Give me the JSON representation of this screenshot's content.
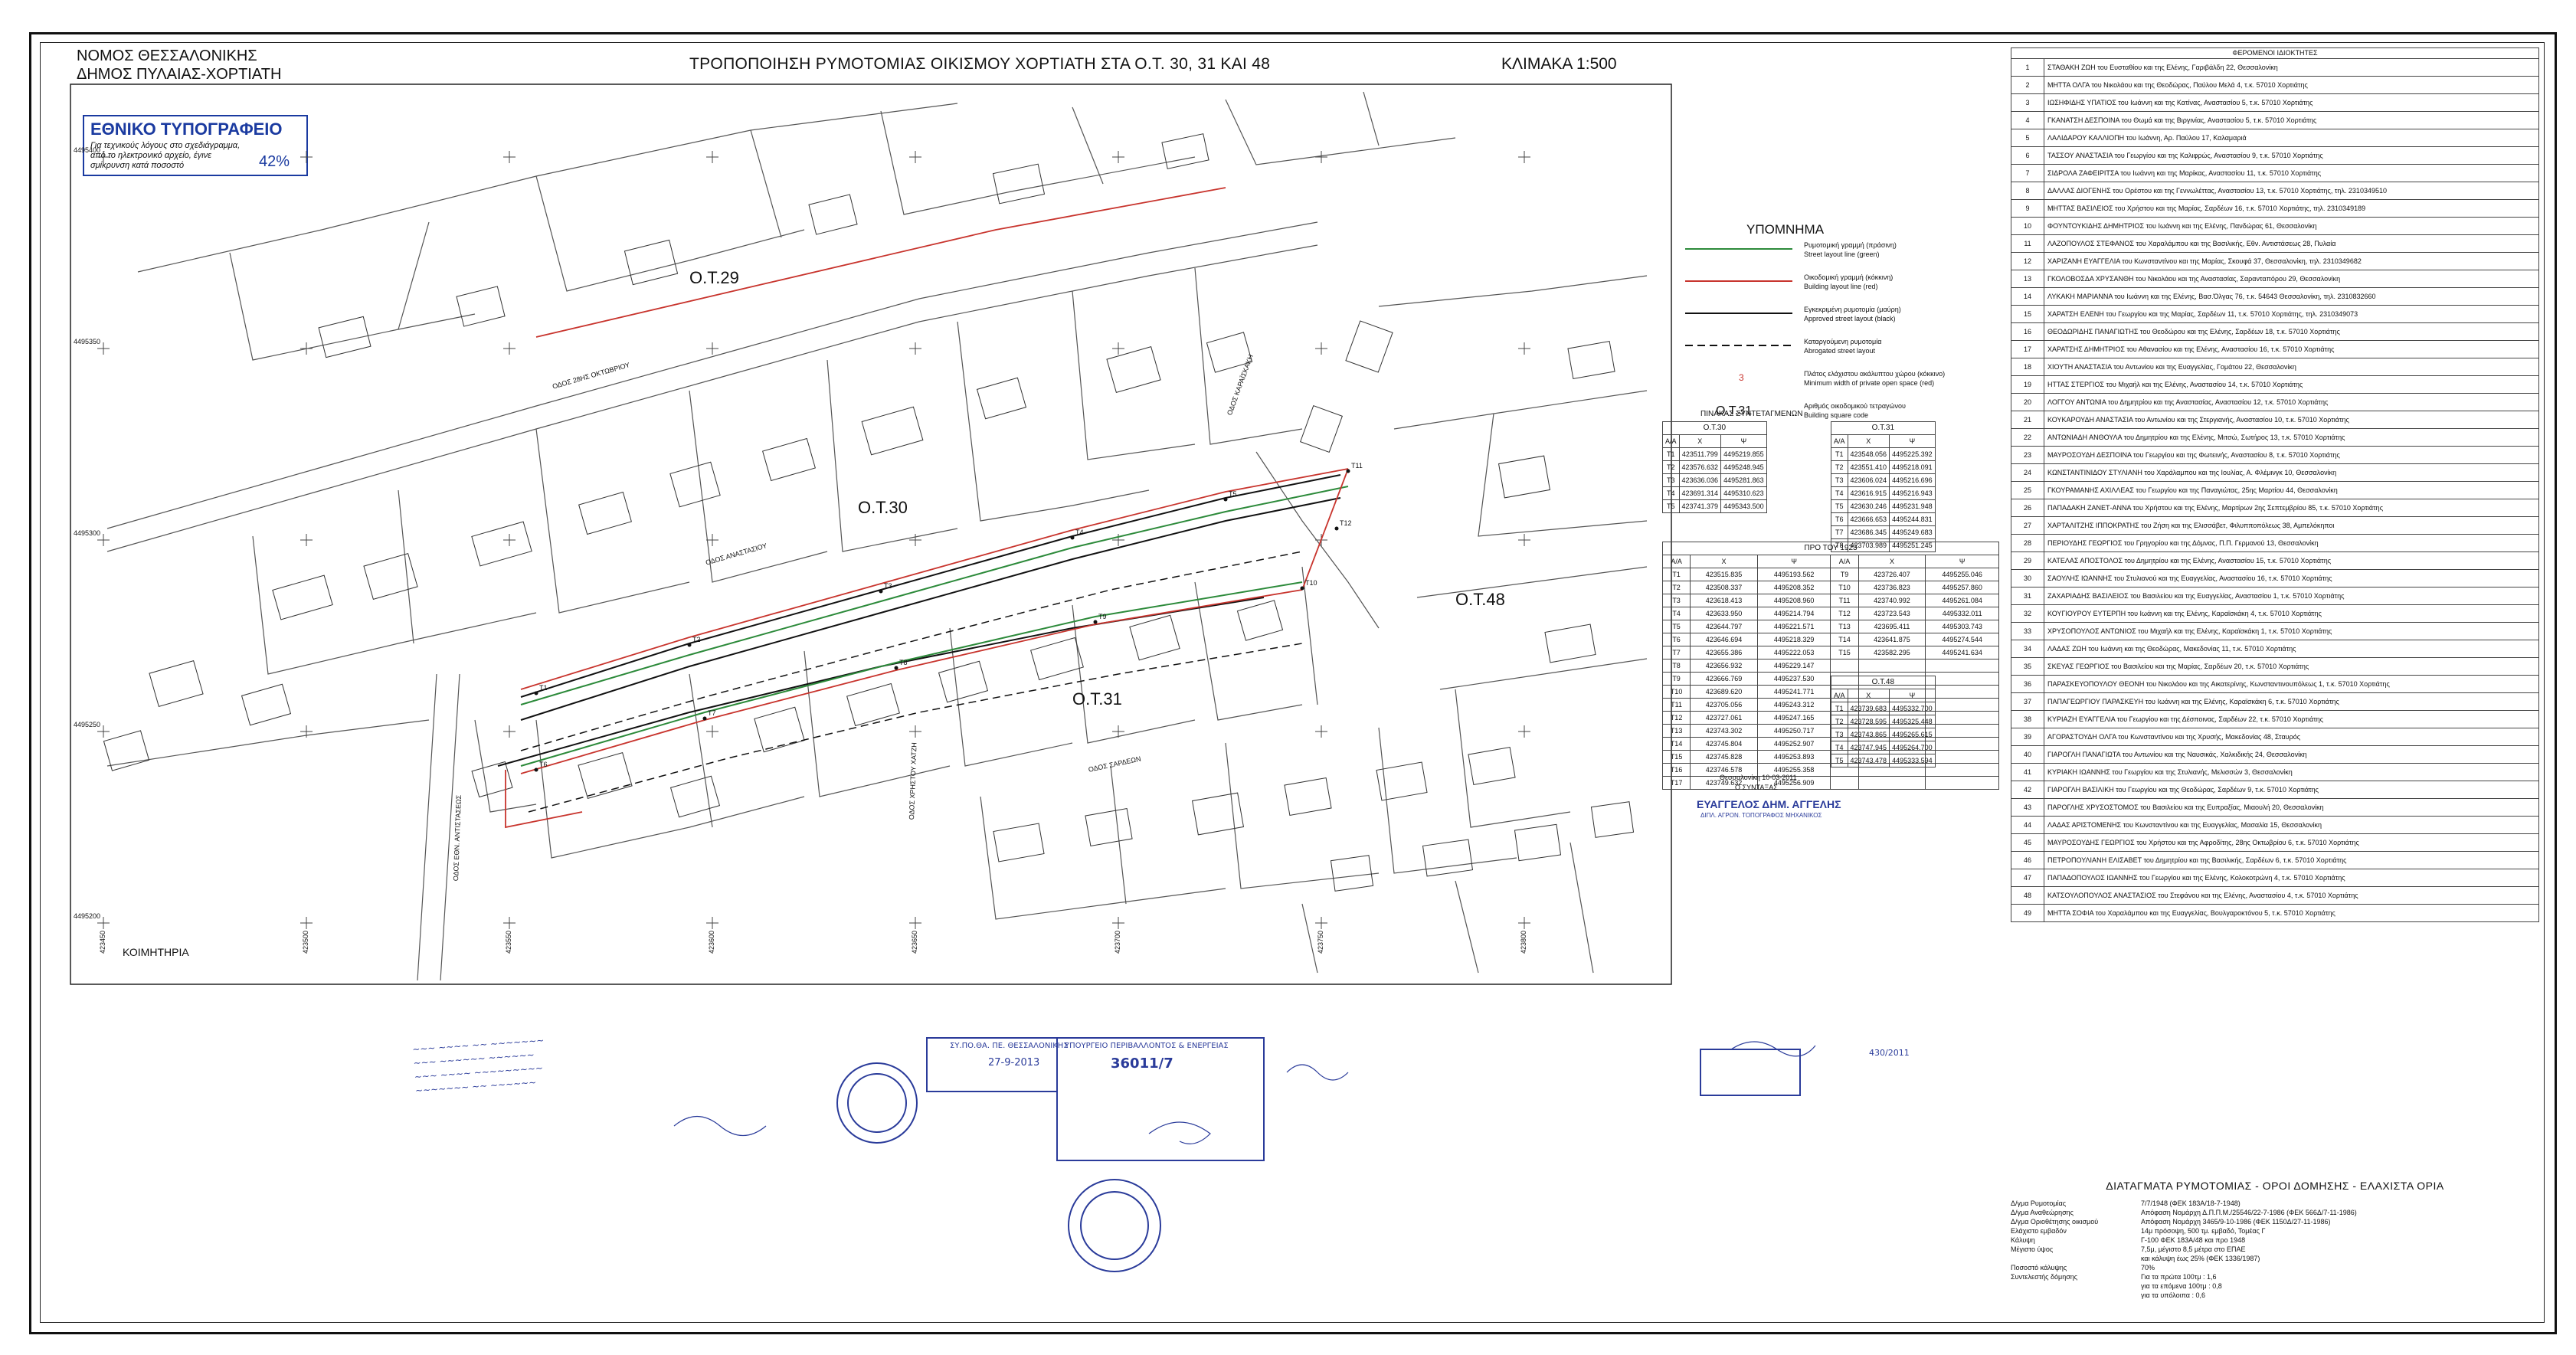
{
  "header": {
    "prefecture": "ΝΟΜΟΣ ΘΕΣΣΑΛΟΝΙΚΗΣ",
    "municipality": "ΔΗΜΟΣ ΠΥΛΑΙΑΣ-ΧΟΡΤΙΑΤΗ",
    "title": "ΤΡΟΠΟΠΟΙΗΣΗ ΡΥΜΟΤΟΜΙΑΣ ΟΙΚΙΣΜΟΥ ΧΟΡΤΙΑΤΗ ΣΤΑ Ο.Τ.  30, 31 ΚΑΙ 48",
    "scale": "ΚΛΙΜΑΚΑ  1:500"
  },
  "printer_stamp": {
    "name": "ΕΘΝΙΚΟ ΤΥΠΟΓΡΑΦΕΙΟ",
    "line1": "Για τεχνικούς λόγους στο σχεδιάγραμμα,",
    "line2": "από το ηλεκτρονικό αρχείο, έγινε",
    "line3": "σμίκρυνση κατά ποσοστό",
    "percent": "42%"
  },
  "blocks": {
    "ot29": "Ο.Τ.29",
    "ot30": "Ο.Τ.30",
    "ot31": "Ο.Τ.31",
    "ot48": "Ο.Τ.48"
  },
  "places": {
    "cemetery": "ΚΟΙΜΗΤΗΡΙΑ"
  },
  "legend": {
    "title": "ΥΠΟΜΝΗΜΑ",
    "items": [
      {
        "gr": "Ρυμοτομική γραμμή (πράσινη)",
        "en": "Street layout line (green)",
        "color": "#2c8a3a",
        "style": "solid"
      },
      {
        "gr": "Οικοδομική γραμμή (κόκκινη)",
        "en": "Building layout line (red)",
        "color": "#c8342d",
        "style": "solid"
      },
      {
        "gr": "Εγκεκριμένη ρυμοτομία (μαύρη)",
        "en": "Approved street layout (black)",
        "color": "#111111",
        "style": "solid"
      },
      {
        "gr": "Καταργούμενη ρυμοτομία",
        "en": "Abrogated street layout",
        "color": "#111111",
        "style": "dashed"
      },
      {
        "gr": "Πλάτος ελάχιστου ακάλυπτου χώρου (κόκκινο)",
        "en": "Minimum width of private open space (red)",
        "color": "#c8342d",
        "style": "num"
      },
      {
        "gr": "Αριθμός οικοδομικού τετραγώνου",
        "en": "Building square code",
        "color": "#111111",
        "style": "code"
      }
    ],
    "code_sample": "Ο.Τ.31",
    "num_sample": "3"
  },
  "coord_tables": {
    "title": "ΠΙΝΑΚΑΣ ΣΥΝΤΕΤΑΓΜΕΝΩΝ",
    "headers": [
      "Α/Α",
      "Χ",
      "Ψ"
    ],
    "t_ot30": {
      "label": "Ο.Τ.30",
      "rows": [
        [
          "Τ1",
          "423511.799",
          "4495219.855"
        ],
        [
          "Τ2",
          "423576.632",
          "4495248.945"
        ],
        [
          "Τ3",
          "423636.036",
          "4495281.863"
        ],
        [
          "Τ4",
          "423691.314",
          "4495310.623"
        ],
        [
          "Τ5",
          "423741.379",
          "4495343.500"
        ]
      ]
    },
    "t_ot31": {
      "label": "Ο.Τ.31",
      "rows": [
        [
          "Τ1",
          "423548.056",
          "4495225.392"
        ],
        [
          "Τ2",
          "423551.410",
          "4495218.091"
        ],
        [
          "Τ3",
          "423606.024",
          "4495216.696"
        ],
        [
          "Τ4",
          "423616.915",
          "4495216.943"
        ],
        [
          "Τ5",
          "423630.246",
          "4495231.948"
        ],
        [
          "Τ6",
          "423666.653",
          "4495244.831"
        ],
        [
          "Τ7",
          "423686.345",
          "4495249.683"
        ],
        [
          "Τ8",
          "423703.989",
          "4495251.245"
        ]
      ]
    },
    "t_1923": {
      "label": "ΠΡΟ ΤΟΥ 1923",
      "rows": [
        [
          "Τ1",
          "423515.835",
          "4495193.562",
          "Τ9",
          "423726.407",
          "4495255.046"
        ],
        [
          "Τ2",
          "423508.337",
          "4495208.352",
          "Τ10",
          "423736.823",
          "4495257.860"
        ],
        [
          "Τ3",
          "423618.413",
          "4495208.960",
          "Τ11",
          "423740.992",
          "4495261.084"
        ],
        [
          "Τ4",
          "423633.950",
          "4495214.794",
          "Τ12",
          "423723.543",
          "4495332.011"
        ],
        [
          "Τ5",
          "423644.797",
          "4495221.571",
          "Τ13",
          "423695.411",
          "4495303.743"
        ],
        [
          "Τ6",
          "423646.694",
          "4495218.329",
          "Τ14",
          "423641.875",
          "4495274.544"
        ],
        [
          "Τ7",
          "423655.386",
          "4495222.053",
          "Τ15",
          "423582.295",
          "4495241.634"
        ],
        [
          "Τ8",
          "423656.932",
          "4495229.147",
          "",
          "",
          ""
        ],
        [
          "Τ9",
          "423666.769",
          "4495237.530",
          "",
          "",
          ""
        ],
        [
          "Τ10",
          "423689.620",
          "4495241.771",
          "",
          "",
          ""
        ],
        [
          "Τ11",
          "423705.056",
          "4495243.312",
          "",
          "",
          ""
        ],
        [
          "Τ12",
          "423727.061",
          "4495247.165",
          "",
          "",
          ""
        ],
        [
          "Τ13",
          "423743.302",
          "4495250.717",
          "",
          "",
          ""
        ],
        [
          "Τ14",
          "423745.804",
          "4495252.907",
          "",
          "",
          ""
        ],
        [
          "Τ15",
          "423745.828",
          "4495253.893",
          "",
          "",
          ""
        ],
        [
          "Τ16",
          "423746.578",
          "4495255.358",
          "",
          "",
          ""
        ],
        [
          "Τ17",
          "423749.632",
          "4495256.909",
          "",
          "",
          ""
        ]
      ]
    },
    "t_ot48": {
      "label": "Ο.Τ.48",
      "rows": [
        [
          "Τ1",
          "423739.683",
          "4495332.700"
        ],
        [
          "Τ2",
          "423728.595",
          "4495325.448"
        ],
        [
          "Τ3",
          "423743.865",
          "4495265.615"
        ],
        [
          "Τ4",
          "423747.945",
          "4495264.700"
        ],
        [
          "Τ5",
          "423743.478",
          "4495333.594"
        ]
      ]
    }
  },
  "signature_block": {
    "date": "Θεσσαλονίκη 10-03-2011",
    "role": "Ο ΣΥΝΤΑΞΑΣ",
    "name": "ΕΥΑΓΓΕΛΟΣ ΔΗΜ. ΑΓΓΕΛΗΣ",
    "title": "ΔΙΠΛ. ΑΓΡΟΝ. ΤΟΠΟΓΡΑΦΟΣ ΜΗΧΑΝΙΚΟΣ"
  },
  "owners": {
    "title": "ΦΕΡΟΜΕΝΟΙ ΙΔΙΟΚΤΗΤΕΣ",
    "rows": [
      [
        "1",
        "ΣΤΑΘΑΚΗ ΖΩΗ του Ευσταθίου και της Ελένης, Γαριβάλδη 22, Θεσσαλονίκη"
      ],
      [
        "2",
        "ΜΗΤΤΑ ΟΛΓΑ του Νικολάου και της Θεοδώρας, Παύλου Μελά 4, τ.κ. 57010 Χορτιάτης"
      ],
      [
        "3",
        "ΙΩΣΗΦΙΔΗΣ ΥΠΑΤΙΟΣ του Ιωάννη και της Κατίνας, Αναστασίου 5, τ.κ. 57010 Χορτιάτης"
      ],
      [
        "4",
        "ΓΚΑΝΑΤΣΗ ΔΕΣΠΟΙΝΑ του Θωμά και της Βιργινίας, Αναστασίου 5, τ.κ. 57010 Χορτιάτης"
      ],
      [
        "5",
        "ΛΑΛΙΔΑΡΟΥ ΚΑΛΛΙΟΠΗ του Ιωάννη, Αρ. Παύλου 17, Καλαμαριά"
      ],
      [
        "6",
        "ΤΑΣΣΟΥ ΑΝΑΣΤΑΣΙΑ του Γεωργίου και της Καλιφρώς, Αναστασίου 9, τ.κ. 57010 Χορτιάτης"
      ],
      [
        "7",
        "ΣΙΔΡΟΛΑ ΖΑΦΕΙΡΙΤΣΑ του Ιωάννη και της Μαρίκας, Αναστασίου 11, τ.κ. 57010 Χορτιάτης"
      ],
      [
        "8",
        "ΔΑΛΛΑΣ ΔΙΟΓΕΝΗΣ του Ορέστου και της Γεννωλέττας, Αναστασίου 13, τ.κ. 57010 Χορτιάτης, τηλ. 2310349510"
      ],
      [
        "9",
        "ΜΗΤΤΑΣ ΒΑΣΙΛΕΙΟΣ του Χρήστου και της Μαρίας, Σαρδέων 16, τ.κ. 57010 Χορτιάτης, τηλ. 2310349189"
      ],
      [
        "10",
        "ΦΟΥΝΤΟΥΚΙΔΗΣ ΔΗΜΗΤΡΙΟΣ του Ιωάννη και της Ελένης, Πανδώρας 61, Θεσσαλονίκη"
      ],
      [
        "11",
        "ΛΑΖΟΠΟΥΛΟΣ ΣΤΕΦΑΝΟΣ του Χαραλάμπου και της Βασιλικής, Εθν. Αντιστάσεως 28, Πυλαία"
      ],
      [
        "12",
        "ΧΑΡΙΖΑΝΗ ΕΥΑΓΓΕΛΙΑ του Κωνσταντίνου και της Μαρίας, Σκουφά 37, Θεσσαλονίκη, τηλ. 2310349682"
      ],
      [
        "13",
        "ΓΚΟΛΟΒΟΣΔΑ ΧΡΥΣΑΝΘΗ του Νικολάου και της Αναστασίας, Σαρανταπόρου 29, Θεσσαλονίκη"
      ],
      [
        "14",
        "ΛΥΚΑΚΗ ΜΑΡΙΑΝΝΑ του Ιωάννη και της Ελένης, Βασ.Όλγας 76, τ.κ. 54643 Θεσσαλονίκη, τηλ. 2310832660"
      ],
      [
        "15",
        "ΧΑΡΑΤΣΗ ΕΛΕΝΗ του Γεωργίου και της Μαρίας, Σαρδέων 11, τ.κ. 57010 Χορτιάτης, τηλ. 2310349073"
      ],
      [
        "16",
        "ΘΕΟΔΩΡΙΔΗΣ ΠΑΝΑΓΙΩΤΗΣ του Θεοδώρου και της Ελένης, Σαρδέων 18, τ.κ. 57010 Χορτιάτης"
      ],
      [
        "17",
        "ΧΑΡΑΤΣΗΣ ΔΗΜΗΤΡΙΟΣ του Αθανασίου και της Ελένης, Αναστασίου 16, τ.κ. 57010 Χορτιάτης"
      ],
      [
        "18",
        "ΧΙΟΥΤΗ ΑΝΑΣΤΑΣΙΑ του Αντωνίου και της Ευαγγελίας, Γομάτου 22, Θεσσαλονίκη"
      ],
      [
        "19",
        "ΗΤΤΑΣ ΣΤΕΡΓΙΟΣ του Μιχαήλ και της Ελένης, Αναστασίου 14, τ.κ. 57010 Χορτιάτης"
      ],
      [
        "20",
        "ΛΟΓΓΟΥ ΑΝΤΩΝΙΑ του Δημητρίου και της Αναστασίας, Αναστασίου 12, τ.κ. 57010 Χορτιάτης"
      ],
      [
        "21",
        "ΚΟΥΚΑΡΟΥΔΗ ΑΝΑΣΤΑΣΙΑ του Αντωνίου και της Στεργιανής, Αναστασίου 10, τ.κ. 57010 Χορτιάτης"
      ],
      [
        "22",
        "ΑΝΤΩΝΙΑΔΗ ΑΝΘΟΥΛΑ του Δημητρίου και της Ελένης, Μιτσώ, Σωτήρος 13, τ.κ. 57010 Χορτιάτης"
      ],
      [
        "23",
        "ΜΑΥΡΟΣΟΥΔΗ ΔΕΣΠΟΙΝΑ του Γεωργίου και της Φωτεινής, Αναστασίου 8, τ.κ. 57010 Χορτιάτης"
      ],
      [
        "24",
        "ΚΩΝΣΤΑΝΤΙΝΙΔΟΥ ΣΤΥΛΙΑΝΗ του Χαράλαμπου και της Ιουλίας, Α. Φλέμινγκ 10, Θεσσαλονίκη"
      ],
      [
        "25",
        "ΓΚΟΥΡΑΜΑΝΗΣ ΑΧΙΛΛΕΑΣ του Γεωργίου και της Παναγιώτας, 25ης Μαρτίου 44, Θεσσαλονίκη"
      ],
      [
        "26",
        "ΠΑΠΑΔΑΚΗ ΖΑΝΕΤ-ΑΝΝΑ του Χρήστου και της Ελένης, Μαρτίρων 2ης Σεπτεμβρίου 85, τ.κ. 57010 Χορτιάτης"
      ],
      [
        "27",
        "ΧΑΡΤΑΛΙΤΖΗΣ ΙΠΠΟΚΡΑΤΗΣ του Ζήση και της Ελισσάβετ, Φιλυπποπόλεως 38, Αμπελόκηποι"
      ],
      [
        "28",
        "ΠΕΡΙΟΥΔΗΣ ΓΕΩΡΓΙΟΣ του Γρηγορίου και της Δόμνας, Π.Π. Γερμανού 13, Θεσσαλονίκη"
      ],
      [
        "29",
        "ΚΑΤΕΛΑΣ ΑΠΟΣΤΟΛΟΣ του Δημητρίου και της Ελένης, Αναστασίου 15, τ.κ. 57010 Χορτιάτης"
      ],
      [
        "30",
        "ΣΑΟΥΛΗΣ ΙΩΑΝΝΗΣ του Στυλιανού και της Ευαγγελίας, Αναστασίου 16, τ.κ. 57010 Χορτιάτης"
      ],
      [
        "31",
        "ΖΑΧΑΡΙΑΔΗΣ ΒΑΣΙΛΕΙΟΣ του Βασιλείου και της Ευαγγελίας, Αναστασίου 1, τ.κ. 57010 Χορτιάτης"
      ],
      [
        "32",
        "ΚΟΥΓΙΟΥΡΟΥ ΕΥΤΕΡΠΗ του Ιωάννη και της Ελένης, Καραϊσκάκη 4, τ.κ. 57010 Χορτιάτης"
      ],
      [
        "33",
        "ΧΡΥΣΟΠΟΥΛΟΣ ΑΝΤΩΝΙΟΣ του Μιχαήλ και της Ελένης, Καραϊσκάκη 1, τ.κ. 57010 Χορτιάτης"
      ],
      [
        "34",
        "ΛΑΔΑΣ ΖΩΗ του Ιωάννη και της Θεοδώρας, Μακεδονίας 11, τ.κ. 57010 Χορτιάτης"
      ],
      [
        "35",
        "ΣΚΕΥΑΣ ΓΕΩΡΓΙΟΣ του Βασιλείου και της Μαρίας, Σαρδέων 20, τ.κ. 57010 Χορτιάτης"
      ],
      [
        "36",
        "ΠΑΡΑΣΚΕΥΟΠΟΥΛΟΥ ΘΕΟΝΗ του Νικολάου και της Αικατερίνης, Κωνσταντινουπόλεως 1, τ.κ. 57010 Χορτιάτης"
      ],
      [
        "37",
        "ΠΑΠΑΓΕΩΡΓΙΟΥ ΠΑΡΑΣΚΕΥΗ του Ιωάννη και της Ελένης, Καραϊσκάκη 6, τ.κ. 57010 Χορτιάτης"
      ],
      [
        "38",
        "ΚΥΡΙΑΖΗ ΕΥΑΓΓΕΛΙΑ του Γεωργίου και της Δέσποινας, Σαρδέων 22, τ.κ. 57010 Χορτιάτης"
      ],
      [
        "39",
        "ΑΓΟΡΑΣΤΟΥΔΗ ΟΛΓΑ του Κωνσταντίνου και της Χρυσής, Μακεδονίας 48, Σταυρός"
      ],
      [
        "40",
        "ΓΙΑΡΟΓΛΗ ΠΑΝΑΓΙΩΤΑ του Αντωνίου και της Ναυσικάς, Χαλκιδικής 24, Θεσσαλονίκη"
      ],
      [
        "41",
        "ΚΥΡΙΑΚΗ ΙΩΑΝΝΗΣ του Γεωργίου και της Στυλιανής, Μελισσών 3, Θεσσαλονίκη"
      ],
      [
        "42",
        "ΓΙΑΡΟΓΛΗ ΒΑΣΙΛΙΚΗ του Γεωργίου και της Θεοδώρας, Σαρδέων 9, τ.κ. 57010 Χορτιάτης"
      ],
      [
        "43",
        "ΠΑΡΟΓΛΗΣ ΧΡΥΣΟΣΤΟΜΟΣ του Βασιλείου και της Ευπραξίας, Μιαουλή 20, Θεσσαλονίκη"
      ],
      [
        "44",
        "ΛΑΔΑΣ ΑΡΙΣΤΟΜΕΝΗΣ του Κωνσταντίνου και της Ευαγγελίας, Μασαλία 15, Θεσσαλονίκη"
      ],
      [
        "45",
        "ΜΑΥΡΟΣΟΥΔΗΣ ΓΕΩΡΓΙΟΣ του Χρήστου και της Αφροδίτης, 28ης Οκτωβρίου 6, τ.κ. 57010 Χορτιάτης"
      ],
      [
        "46",
        "ΠΕΤΡΟΠΟΥΛΙΑΝΗ ΕΛΙΣΑΒΕΤ του Δημητρίου και της Βασιλικής, Σαρδέων 6, τ.κ. 57010 Χορτιάτης"
      ],
      [
        "47",
        "ΠΑΠΑΔΟΠΟΥΛΟΣ ΙΩΑΝΝΗΣ του Γεωργίου και της Ελένης, Κολοκοτρώνη 4, τ.κ. 57010 Χορτιάτης"
      ],
      [
        "48",
        "ΚΑΤΣΟΥΛΟΠΟΥΛΟΣ ΑΝΑΣΤΑΣΙΟΣ του Στεφάνου και της Ελένης, Αναστασίου 4, τ.κ. 57010 Χορτιάτης"
      ],
      [
        "49",
        "ΜΗΤΤΑ ΣΟΦΙΑ του Χαραλάμπου και της Ευαγγελίας, Βουλγαροκτόνου 5, τ.κ. 57010 Χορτιάτης"
      ]
    ]
  },
  "rules": {
    "title": "ΔΙΑΤΑΓΜΑΤΑ ΡΥΜΟΤΟΜΙΑΣ - ΟΡΟΙ ΔΟΜΗΣΗΣ - ΕΛΑΧΙΣΤΑ ΟΡΙΑ",
    "rows": [
      [
        "Δ/γμα Ρυμοτομίας",
        "7/7/1948 (ΦΕΚ 183Α/18-7-1948)"
      ],
      [
        "Δ/γμα Αναθεώρησης",
        "Απόφαση Νομάρχη Δ.Π.Π.Μ./25546/22-7-1986 (ΦΕΚ 566Δ/7-11-1986)"
      ],
      [
        "Δ/γμα Οριοθέτησης οικισμού",
        "Απόφαση Νομάρχη 3465/9-10-1986 (ΦΕΚ 1150Δ/27-11-1986)"
      ],
      [
        "Ελάχιστο εμβαδόν",
        "14μ πρόσοψη, 500 τμ. εμβαδό, Τομέας Γ"
      ],
      [
        "Κάλυψη",
        "Γ-100 ΦΕΚ 183Α/48 και προ 1948"
      ],
      [
        "Μέγιστο ύψος",
        "7,5μ, μέγιστο 8,5 μέτρα στο ΕΠΑΕ"
      ],
      [
        "",
        "και κάλυψη έως 25% (ΦΕΚ 1336/1987)"
      ],
      [
        "Ποσοστό κάλυψης",
        "70%"
      ],
      [
        "Συντελεστής δόμησης",
        "Για τα πρώτα 100τμ      : 1,6"
      ],
      [
        "",
        "για τα επόμενα 100τμ   : 0,8"
      ],
      [
        "",
        "για τα υπόλοιπα        : 0,6"
      ]
    ]
  },
  "streets": {
    "s1": "ΟΔΟΣ 28ΗΣ ΟΚΤΩΒΡΙΟΥ",
    "s2": "ΟΔΟΣ ΑΝΑΣΤΑΣΙΟΥ",
    "s3": "ΟΔΟΣ ΚΑΡΑΪΣΚΑΚΗ",
    "s4": "ΟΔΟΣ ΣΑΡΔΕΩΝ",
    "s5": "ΟΔΟΣ ΕΘΝ. ΑΝΤΙΣΤΑΣΕΩΣ",
    "s6": "ΟΔΟΣ ΧΡΗΣΤΟΥ ΧΑΤΖΗ"
  },
  "grid": {
    "y_labels": [
      "4495400",
      "4495350",
      "4495300",
      "4495250",
      "4495200"
    ],
    "x_labels": [
      "423450",
      "423500",
      "423550",
      "423600",
      "423650",
      "423700",
      "423750",
      "423800"
    ]
  },
  "stamps": {
    "s_ypeka": "ΥΠΟΥΡΓΕΙΟ ΠΕΡΙΒΑΛΛΟΝΤΟΣ & ΕΝΕΡΓΕΙΑΣ",
    "s_ypeka_num": "36011/7",
    "s_syps": "ΣΥ.ΠΟ.ΘΑ. ΠΕ. ΘΕΣΣΑΛΟΝΙΚΗΣ",
    "s_date": "27-9-2013",
    "ref_num": "430/2011"
  }
}
